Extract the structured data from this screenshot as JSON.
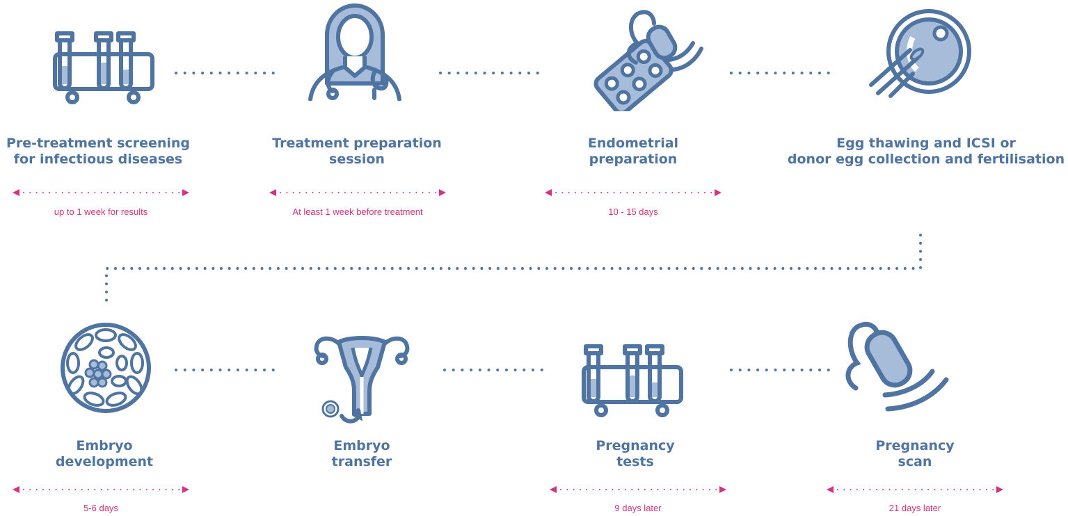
{
  "colors": {
    "primary": "#4f74a2",
    "light": "#a7bcd8",
    "accent": "#d6307e"
  },
  "steps": [
    {
      "title": "Pre-treatment screening\nfor infectious diseases",
      "icon": "test-tubes-icon",
      "duration": "up to 1 week for results"
    },
    {
      "title": "Treatment preparation\nsession",
      "icon": "doctor-icon",
      "duration": "At least 1 week before treatment"
    },
    {
      "title": "Endometrial\npreparation",
      "icon": "pills-ultrasound-icon",
      "duration": "10 - 15 days"
    },
    {
      "title": "Egg thawing and ICSI or\ndonor egg collection and fertilisation",
      "icon": "icsi-icon",
      "duration": ""
    },
    {
      "title": "Embryo\ndevelopment",
      "icon": "embryo-icon",
      "duration": "5-6 days"
    },
    {
      "title": "Embryo\ntransfer",
      "icon": "uterus-icon",
      "duration": ""
    },
    {
      "title": "Pregnancy\ntests",
      "icon": "test-tubes-icon",
      "duration": "9 days later"
    },
    {
      "title": "Pregnancy\nscan",
      "icon": "ultrasound-probe-icon",
      "duration": "21 days later"
    }
  ]
}
